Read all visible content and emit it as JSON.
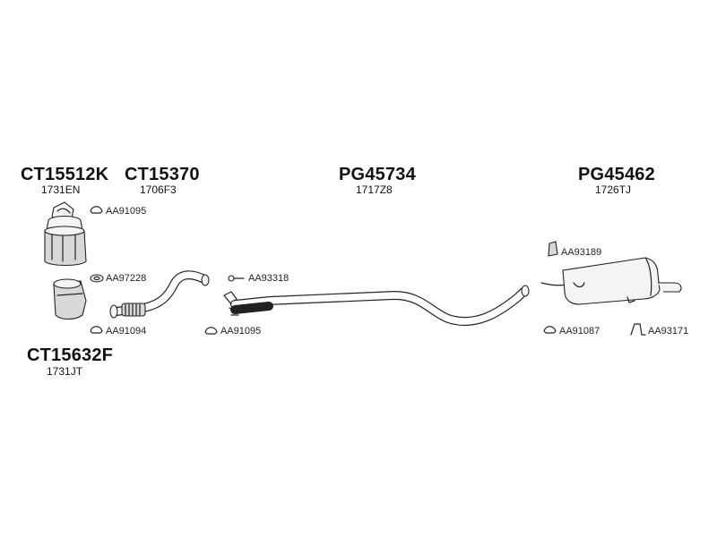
{
  "assemblies": [
    {
      "code": "CT15512K",
      "number": "1731EN"
    },
    {
      "code": "CT15370",
      "number": "1706F3"
    },
    {
      "code": "PG45734",
      "number": "1717Z8"
    },
    {
      "code": "PG45462",
      "number": "1726TJ"
    },
    {
      "code": "CT15632F",
      "number": "1731JT"
    }
  ],
  "fittings": [
    {
      "label": "AA91095",
      "icon": "clamp-icon"
    },
    {
      "label": "AA97228",
      "icon": "gasket-icon"
    },
    {
      "label": "AA91094",
      "icon": "clamp-icon"
    },
    {
      "label": "AA93318",
      "icon": "bolt-icon"
    },
    {
      "label": "AA91095",
      "icon": "clamp-icon"
    },
    {
      "label": "AA93189",
      "icon": "bracket-icon"
    },
    {
      "label": "AA91087",
      "icon": "clamp-icon"
    },
    {
      "label": "AA93171",
      "icon": "hanger-icon"
    }
  ]
}
